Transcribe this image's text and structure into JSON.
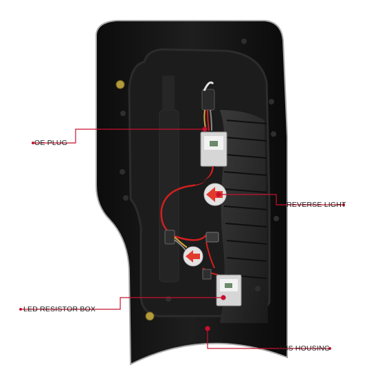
{
  "callouts": {
    "oe_plug": "OE PLUG",
    "reverse_light": "REVERSE LIGHT",
    "led_resistor_box": "LED RESISTOR BOX",
    "abs_housing": "ABS HOUSING"
  },
  "colors": {
    "leader_line": "#c8102e",
    "housing": "#141414",
    "outline": "#9a9a9a",
    "wire_red": "#d21f1f",
    "reverse_lens": "#e6e6e6",
    "arrow": "#e23b2e"
  }
}
